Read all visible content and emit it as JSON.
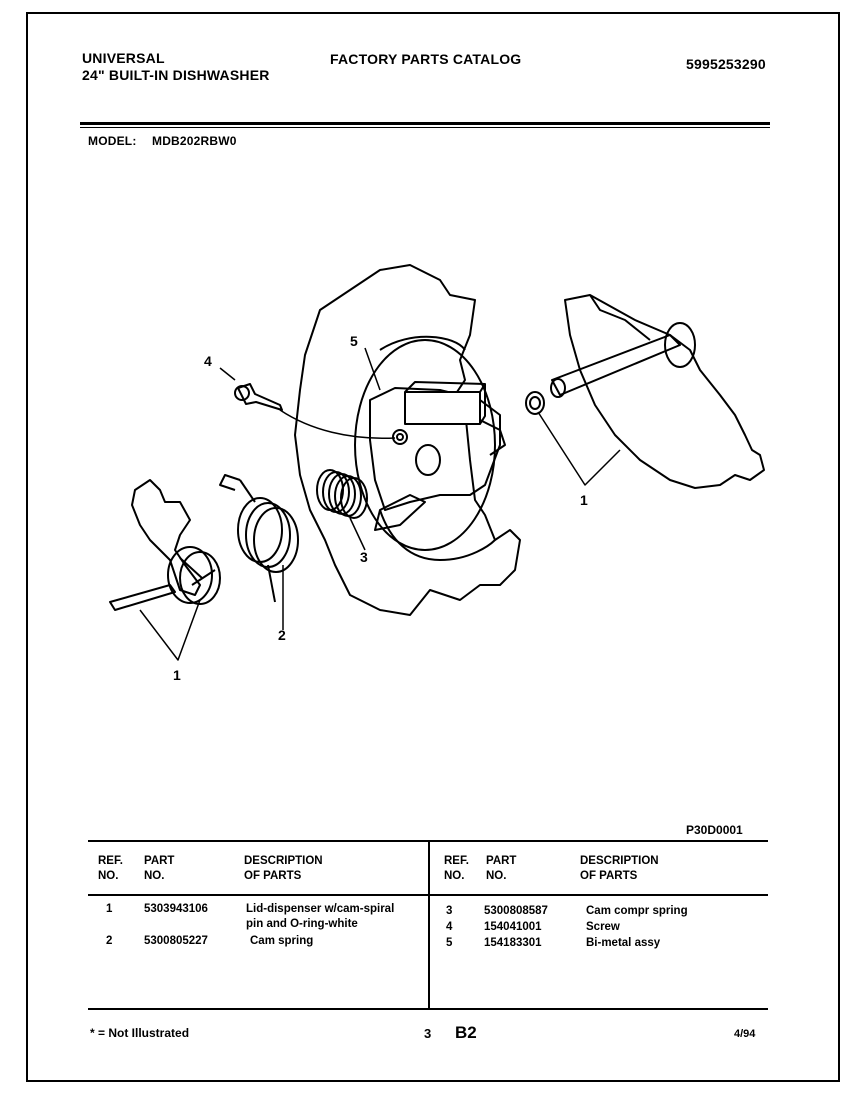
{
  "header": {
    "brand": "UNIVERSAL",
    "product": "24\" BUILT-IN DISHWASHER",
    "catalog_title": "FACTORY PARTS CATALOG",
    "catalog_number": "5995253290",
    "model_label": "MODEL:",
    "model_value": "MDB202RBW0"
  },
  "diagram": {
    "code": "P30D0001",
    "callouts": [
      "1",
      "1",
      "2",
      "3",
      "4",
      "5"
    ]
  },
  "table": {
    "headers": {
      "ref": "REF.\nNO.",
      "part": "PART\nNO.",
      "desc": "DESCRIPTION\nOF PARTS"
    },
    "left_rows": [
      {
        "ref": "1",
        "part": "5303943106",
        "desc": "Lid-dispenser w/cam-spiral\npin and O-ring-white"
      },
      {
        "ref": "2",
        "part": "5300805227",
        "desc": "Cam spring"
      }
    ],
    "right_rows": [
      {
        "ref": "3",
        "part": "5300808587",
        "desc": "Cam compr spring"
      },
      {
        "ref": "4",
        "part": "154041001",
        "desc": "Screw"
      },
      {
        "ref": "5",
        "part": "154183301",
        "desc": "Bi-metal assy"
      }
    ]
  },
  "footer": {
    "note": "* = Not Illustrated",
    "page": "3",
    "section": "B2",
    "date": "4/94"
  }
}
